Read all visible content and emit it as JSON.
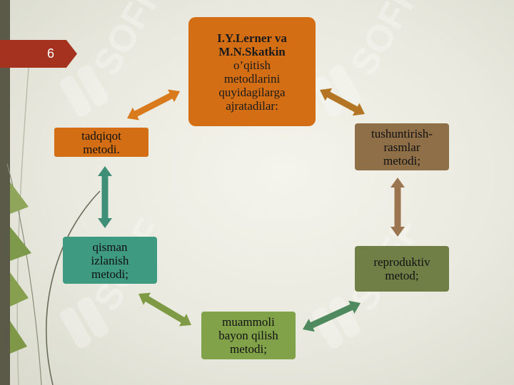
{
  "page_number": "6",
  "watermark": "SOFF",
  "center": {
    "bold_lines": [
      "I.Y.Lerner va",
      "M.N.Skatkin"
    ],
    "lines": [
      "o’qitish",
      "metodlarini",
      "quyidagilarga",
      "ajratadilar:"
    ]
  },
  "methods": {
    "tadqiqot": [
      "tadqiqot",
      "metodi."
    ],
    "tushuntirish": [
      "tushuntirish-",
      "rasmlar",
      "metodi;"
    ],
    "reproduktiv": [
      "reproduktiv",
      "metod;"
    ],
    "muammoli": [
      "muammoli",
      "bayon qilish",
      "metodi;"
    ],
    "qisman": [
      "qisman",
      "izlanish",
      "metodi;"
    ]
  },
  "colors": {
    "center": "#d46e14",
    "tadqiqot": "#d46e14",
    "tushuntirish": "#8f6f48",
    "reproduktiv": "#6f7f46",
    "muammoli": "#82a24a",
    "qisman": "#3e9a80",
    "page_tag": "#a5321f"
  }
}
